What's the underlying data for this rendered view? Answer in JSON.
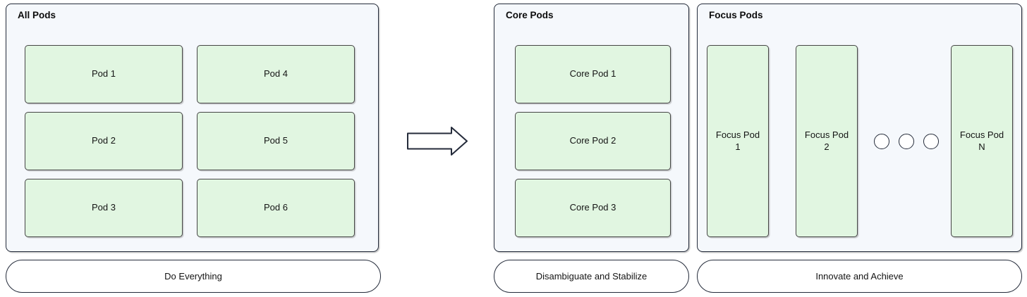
{
  "panels": {
    "all": {
      "title": "All Pods",
      "columns": [
        [
          "Pod 1",
          "Pod 2",
          "Pod 3"
        ],
        [
          "Pod 4",
          "Pod 5",
          "Pod 6"
        ]
      ],
      "caption": "Do Everything"
    },
    "core": {
      "title": "Core Pods",
      "pods": [
        "Core Pod 1",
        "Core Pod 2",
        "Core Pod 3"
      ],
      "caption": "Disambiguate and Stabilize"
    },
    "focus": {
      "title": "Focus Pods",
      "pods": [
        {
          "name": "Focus Pod",
          "suffix": "1"
        },
        {
          "name": "Focus Pod",
          "suffix": "2"
        },
        {
          "name": "Focus Pod",
          "suffix": "N"
        }
      ],
      "ellipsis_circle_count": 3,
      "caption": "Innovate and Achieve"
    }
  },
  "arrow": {
    "direction": "right"
  },
  "colors": {
    "panel_fill": "#f5f8fc",
    "panel_border": "#242b3a",
    "pod_fill": "#e1f6e1",
    "pod_border": "#454545",
    "pill_fill": "#ffffff",
    "text": "#141414"
  }
}
